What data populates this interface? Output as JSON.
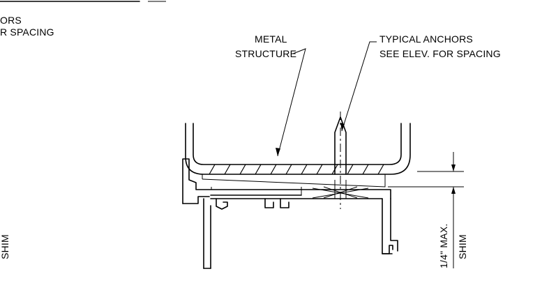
{
  "labels": {
    "metal_structure_line1": "METAL",
    "metal_structure_line2": "STRUCTURE",
    "anchors_line1": "TYPICAL ANCHORS",
    "anchors_line2": "SEE ELEV. FOR SPACING",
    "partial_left_line1": "ORS",
    "partial_left_line2": "R SPACING",
    "shim_max": "1/4\" MAX.",
    "shim": "SHIM",
    "partial_left_shim": "SHIM"
  }
}
